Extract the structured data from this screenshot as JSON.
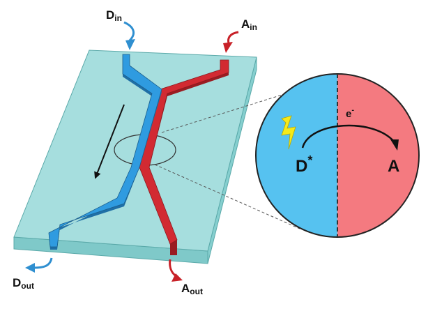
{
  "labels": {
    "d_in": {
      "main": "D",
      "sub": "in"
    },
    "a_in": {
      "main": "A",
      "sub": "in"
    },
    "d_out": {
      "main": "D",
      "sub": "out"
    },
    "a_out": {
      "main": "A",
      "sub": "out"
    }
  },
  "inset": {
    "donor": {
      "main": "D",
      "sup": "*"
    },
    "acceptor": "A",
    "electron": {
      "main": "e",
      "sup": "-"
    }
  },
  "colors": {
    "chip_top": "#9edcdc",
    "chip_edge": "#6fbcbc",
    "donor_stream": "#2f9be0",
    "acceptor_stream": "#d22a32",
    "inset_donor": "#56c2f0",
    "inset_acceptor": "#f47a80",
    "lightning": "#f5ea1a"
  }
}
